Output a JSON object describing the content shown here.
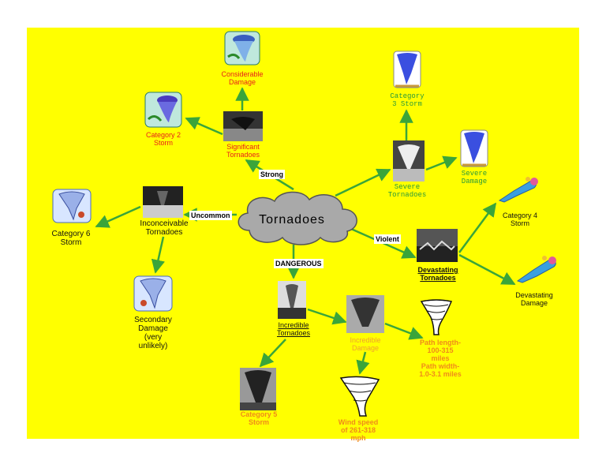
{
  "colors": {
    "board": "#ffff00",
    "arrow": "#3aa53a",
    "cloud": "#a9a9a9"
  },
  "center": {
    "label": "Tornadoes"
  },
  "edge_labels": {
    "strong": "Strong",
    "uncommon": "Uncommon",
    "violent": "Violent",
    "dangerous": "DANGEROUS"
  },
  "nodes": {
    "considerable": "Considerable\nDamage",
    "cat2": "Category 2\nStorm",
    "significant": "Significant\nTornadoes",
    "cat3": "Category\n3 Storm",
    "severe_tornadoes": "Severe\nTornadoes",
    "severe_damage": "Severe\nDamage",
    "cat6": "Category 6\nStorm",
    "inconceivable": "Inconceivable\nTornadoes",
    "secondary": "Secondary\nDamage\n(very\nunlikely)",
    "cat4": "Category 4\nStorm",
    "devastating_tornadoes": "Devastating\nTornadoes",
    "devastating_damage": "Devastating\nDamage",
    "incredible_tornadoes": "Incredible\nTornadoes",
    "incredible_damage": "Incredible\nDamage",
    "path": "Path length-\n100-315\nmiles\nPath width-\n1.0-3.1 miles",
    "cat5": "Category 5\nStorm",
    "wind": "Wind speed\nof 261-318\nmph"
  }
}
